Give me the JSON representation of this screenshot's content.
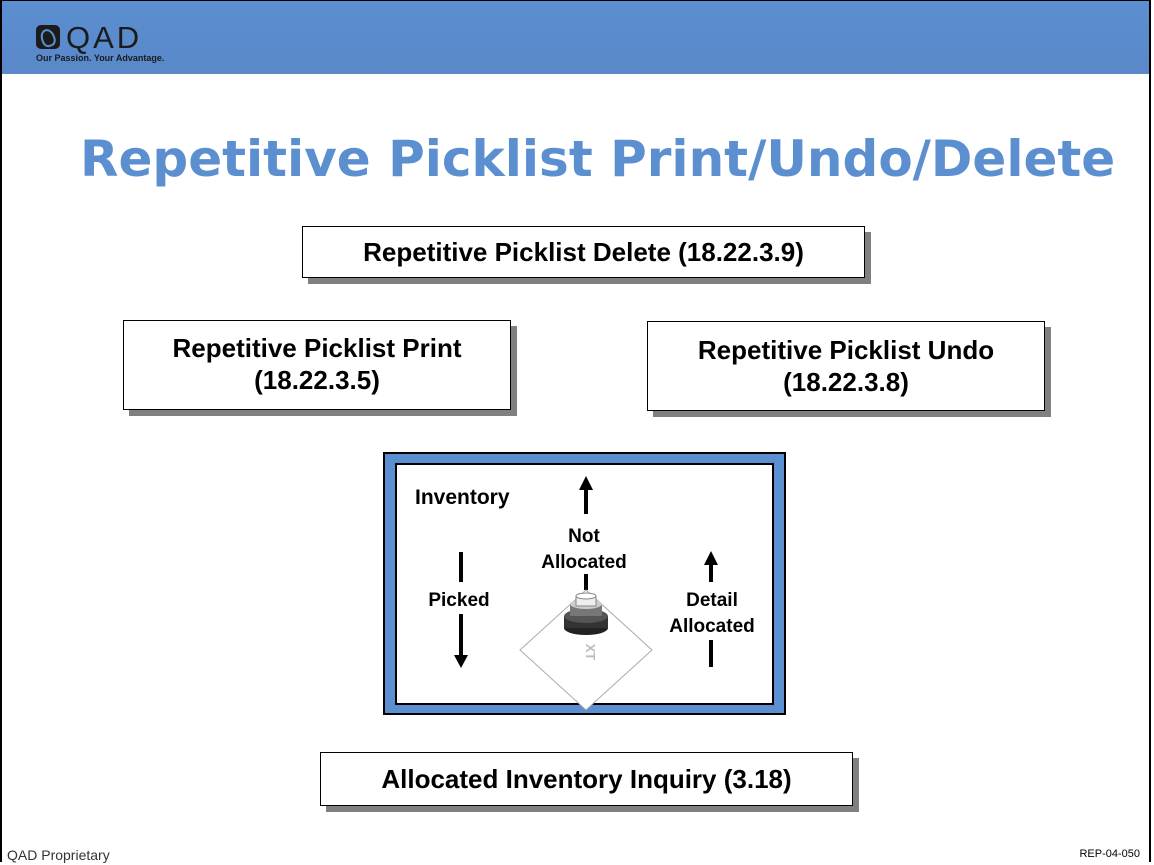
{
  "logo": {
    "text": "QAD",
    "tagline": "Our Passion. Your Advantage."
  },
  "title": "Repetitive Picklist Print/Undo/Delete",
  "boxes": {
    "delete": "Repetitive Picklist Delete (18.22.3.9)",
    "print_line1": "Repetitive Picklist Print",
    "print_line2": "(18.22.3.5)",
    "undo_line1": "Repetitive Picklist Undo",
    "undo_line2": "(18.22.3.8)",
    "inquiry": "Allocated Inventory Inquiry (3.18)"
  },
  "inventory": {
    "heading": "Inventory",
    "not_allocated_line1": "Not",
    "not_allocated_line2": "Allocated",
    "picked": "Picked",
    "detail_line1": "Detail",
    "detail_line2": "Allocated",
    "pallet_mark": "XT"
  },
  "footer": {
    "left": "QAD Proprietary",
    "right": "REP-04-050"
  },
  "colors": {
    "accent": "#5b8fd0",
    "shadow": "#808080"
  }
}
